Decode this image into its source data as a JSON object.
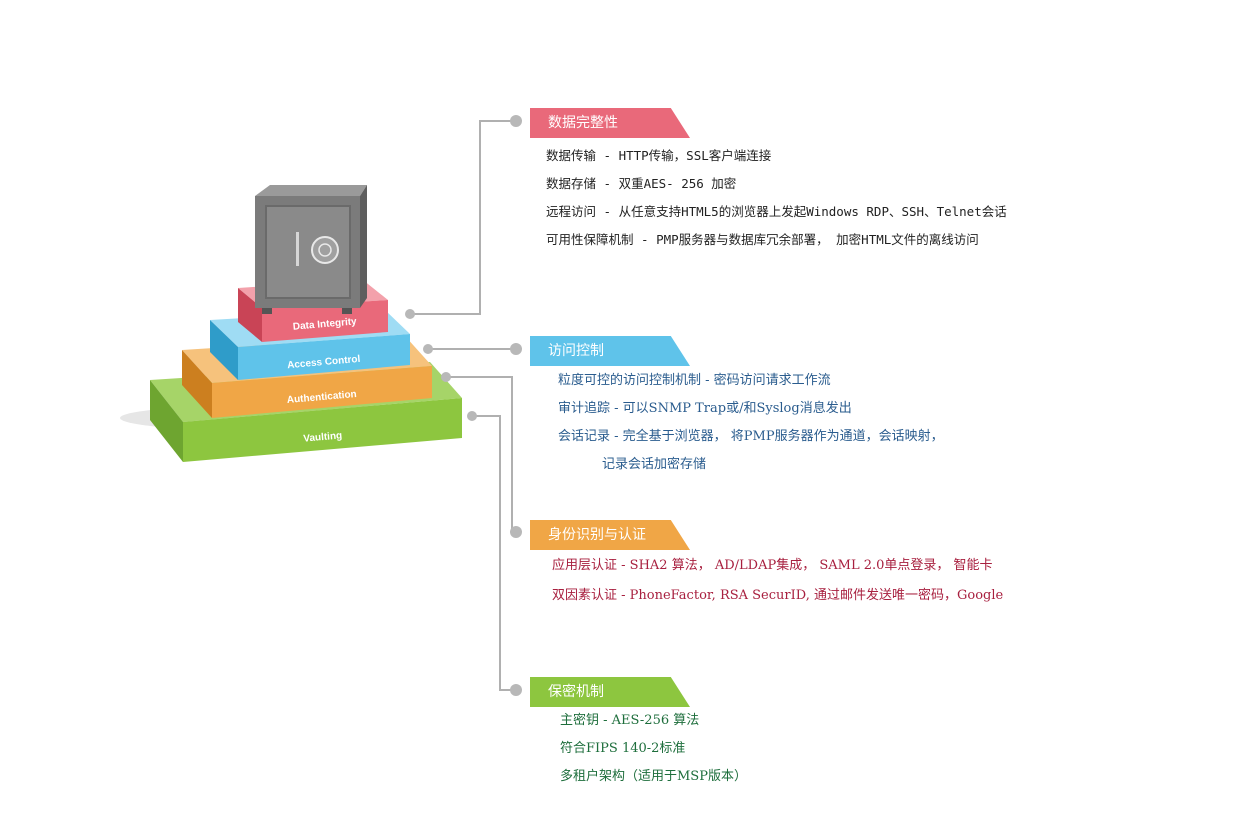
{
  "colors": {
    "red": "#e9697a",
    "blue": "#5fc3ea",
    "orange": "#f0a646",
    "green": "#8dc63f",
    "connector": "#b0b0b0",
    "safe": "#7b7b7b",
    "access_text": "#2a5c8e",
    "auth_text": "#a8203f",
    "vault_text": "#1e6e3c"
  },
  "pyramid": {
    "layers": [
      {
        "label": "Data Integrity",
        "color": "red"
      },
      {
        "label": "Access Control",
        "color": "blue"
      },
      {
        "label": "Authentication",
        "color": "orange"
      },
      {
        "label": "Vaulting",
        "color": "green"
      }
    ],
    "top_icon": "safe-icon"
  },
  "sections": [
    {
      "title": "数据完整性",
      "color": "red",
      "items": [
        "数据传输 - HTTP传输，SSL客户端连接",
        "数据存储 - 双重AES- 256 加密",
        "远程访问 - 从任意支持HTML5的浏览器上发起Windows RDP、SSH、Telnet会话",
        "可用性保障机制 - PMP服务器与数据库冗余部署， 加密HTML文件的离线访问"
      ]
    },
    {
      "title": "访问控制",
      "color": "blue",
      "items": [
        "粒度可控的访问控制机制 - 密码访问请求工作流",
        "审计追踪 - 可以SNMP Trap或/和Syslog消息发出",
        "会话记录 - 完全基于浏览器， 将PMP服务器作为通道，会话映射，",
        "记录会话加密存储"
      ]
    },
    {
      "title": "身份识别与认证",
      "color": "orange",
      "items": [
        "应用层认证 - SHA2 算法， AD/LDAP集成， SAML 2.0单点登录， 智能卡",
        "双因素认证 - PhoneFactor, RSA SecurID, 通过邮件发送唯一密码，Google"
      ]
    },
    {
      "title": "保密机制",
      "color": "green",
      "items": [
        "主密钥 - AES-256 算法",
        "符合FIPS 140-2标准",
        "多租户架构（适用于MSP版本）"
      ]
    }
  ]
}
